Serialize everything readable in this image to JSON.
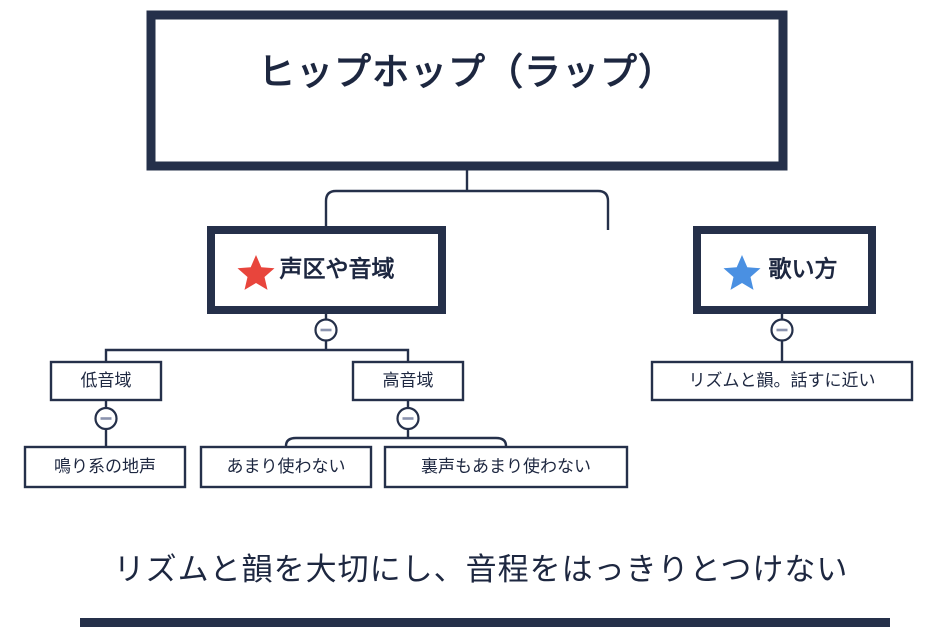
{
  "diagram": {
    "type": "tree",
    "title": "ヒップホップ（ラップ）",
    "root": {
      "label": "ヒップホップ（ラップ）",
      "level": "root"
    },
    "branches": [
      {
        "label": "声区や音域",
        "marker_icon": "star-icon",
        "marker_color": "#e8453c",
        "toggle": "collapse-minus",
        "children": [
          {
            "label": "低音域",
            "toggle": "collapse-minus",
            "children": [
              {
                "label": "鳴り系の地声"
              }
            ]
          },
          {
            "label": "高音域",
            "toggle": "collapse-minus",
            "children": [
              {
                "label": "あまり使わない"
              },
              {
                "label": "裏声もあまり使わない"
              }
            ]
          }
        ]
      },
      {
        "label": "歌い方",
        "marker_icon": "star-icon",
        "marker_color": "#4a90e2",
        "toggle": "collapse-minus",
        "children": [
          {
            "label": "リズムと韻。話すに近い"
          }
        ]
      }
    ]
  },
  "caption": {
    "text": "リズムと韻を大切にし、音程をはっきりとつけない"
  },
  "colors": {
    "ink": "#1d2740",
    "line": "#25304a",
    "star_red": "#e8453c",
    "star_blue": "#4a90e2",
    "toggle_minus": "#8a93ae",
    "background": "#ffffff"
  }
}
